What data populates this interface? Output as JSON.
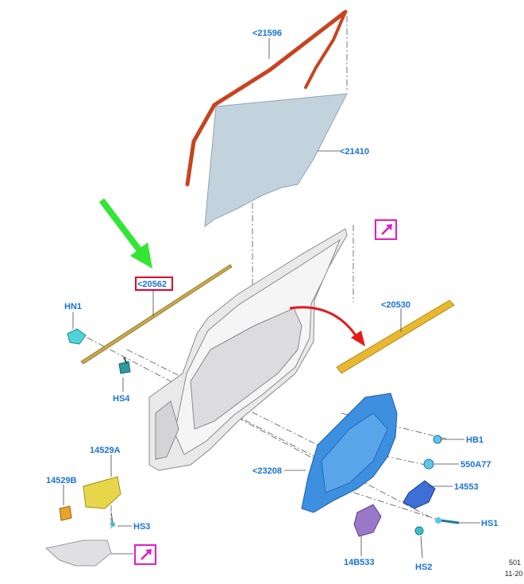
{
  "diagram": {
    "parts": {
      "glass_run": "<21596",
      "glass": "<21410",
      "weatherstrip_inner": "<20562",
      "weatherstrip_outer": "<20530",
      "hn1": "HN1",
      "hs4": "HS4",
      "regulator": "<23208",
      "hb1": "HB1",
      "clip_550": "550A77",
      "motor": "14553",
      "hs1": "HS1",
      "module": "14B533",
      "hs2": "HS2",
      "switch_a": "14529A",
      "switch_b": "14529B",
      "hs3": "HS3"
    },
    "colors": {
      "label": "#1a72d8",
      "arrow_green": "#33e633",
      "arrow_red": "#e61919",
      "highlight_box": "#e0002a",
      "link_box": "#e619c8",
      "glass_run": "#d9502a",
      "glass": "#c2d3de",
      "regulator": "#3d8fe0",
      "weatherstrip": "#e8b830"
    },
    "corner_code_1": "501",
    "corner_code_2": "11-20"
  }
}
